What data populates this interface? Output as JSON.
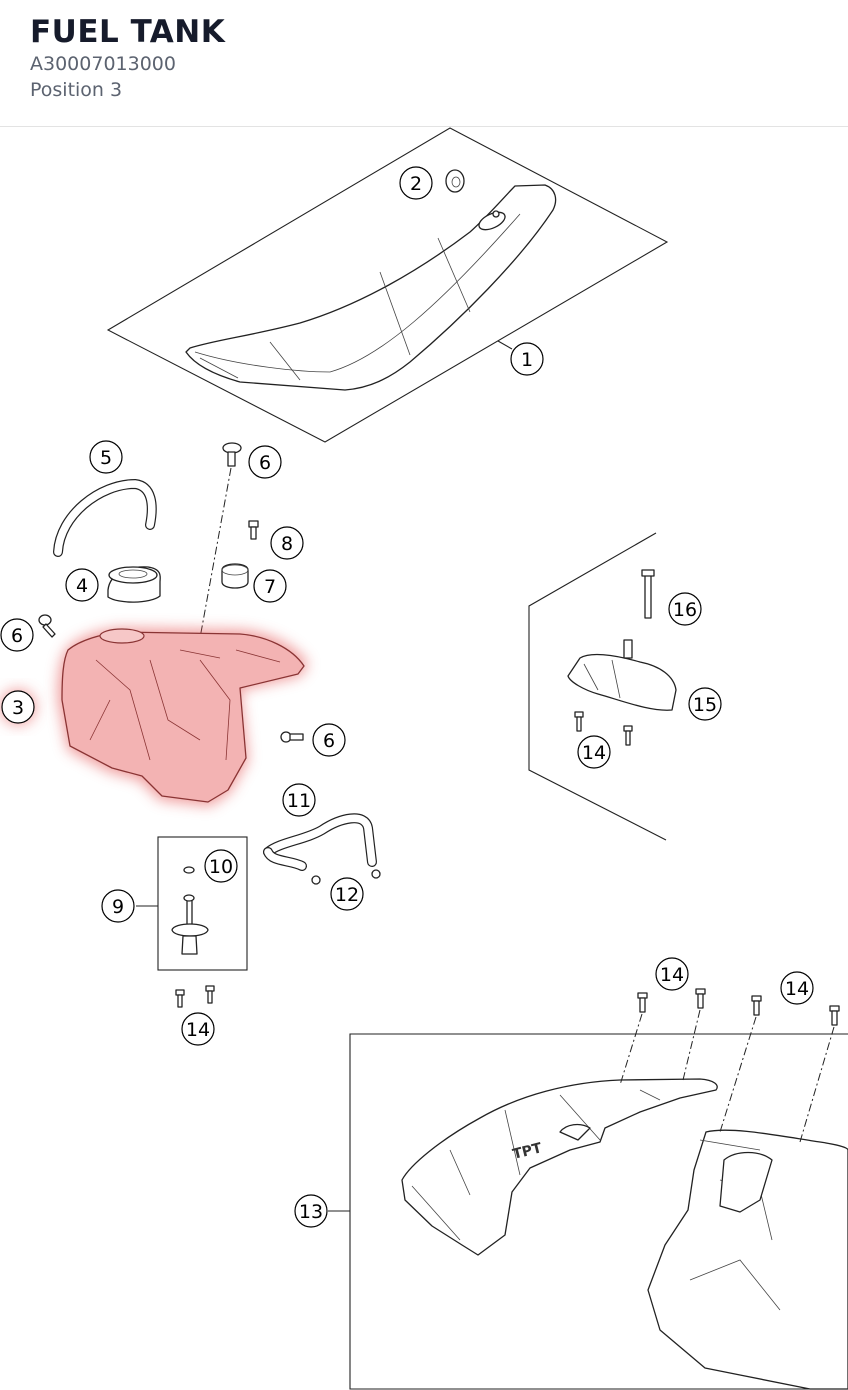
{
  "header": {
    "title": "FUEL TANK",
    "part_number": "A30007013000",
    "position": "Position 3"
  },
  "highlight_color": "#e34b4b",
  "callouts": [
    {
      "num": "1"
    },
    {
      "num": "2"
    },
    {
      "num": "3",
      "highlighted": true
    },
    {
      "num": "4"
    },
    {
      "num": "5"
    },
    {
      "num": "6"
    },
    {
      "num": "6"
    },
    {
      "num": "6"
    },
    {
      "num": "7"
    },
    {
      "num": "8"
    },
    {
      "num": "9"
    },
    {
      "num": "10"
    },
    {
      "num": "11"
    },
    {
      "num": "12"
    },
    {
      "num": "13"
    },
    {
      "num": "14"
    },
    {
      "num": "14"
    },
    {
      "num": "14"
    },
    {
      "num": "14"
    },
    {
      "num": "15"
    },
    {
      "num": "16"
    }
  ]
}
